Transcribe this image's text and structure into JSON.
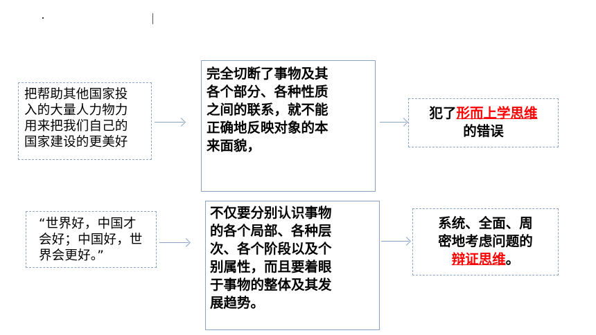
{
  "box1": {
    "lines": [
      "把帮助其他国家投",
      "入的大量人力物力",
      "用来把我们自己的",
      "国家建设的更美好"
    ]
  },
  "box2": {
    "lines": [
      "完全切断了事物及其",
      "各个部分、各种性质",
      "之间的联系，就不能",
      "正确地反映对象的本",
      "来面貌，"
    ]
  },
  "box3": {
    "prefix": "犯了",
    "highlight": "形而上学思维",
    "suffix": "的错误"
  },
  "box4": {
    "lines": [
      "“世界好，中国才",
      "会好；中国好，世",
      "界会更好。”"
    ]
  },
  "box5": {
    "lines": [
      "不仅要分别认识事物",
      "的各个局部、各种层",
      "次、各个阶段以及个",
      "别属性，而且要着眼",
      "于事物的整体及其发",
      "展趋势。"
    ]
  },
  "box6": {
    "line1": "系统、全面、周",
    "line2": "密地考虑问题的",
    "highlight": "辩证思维",
    "suffix": "。"
  }
}
